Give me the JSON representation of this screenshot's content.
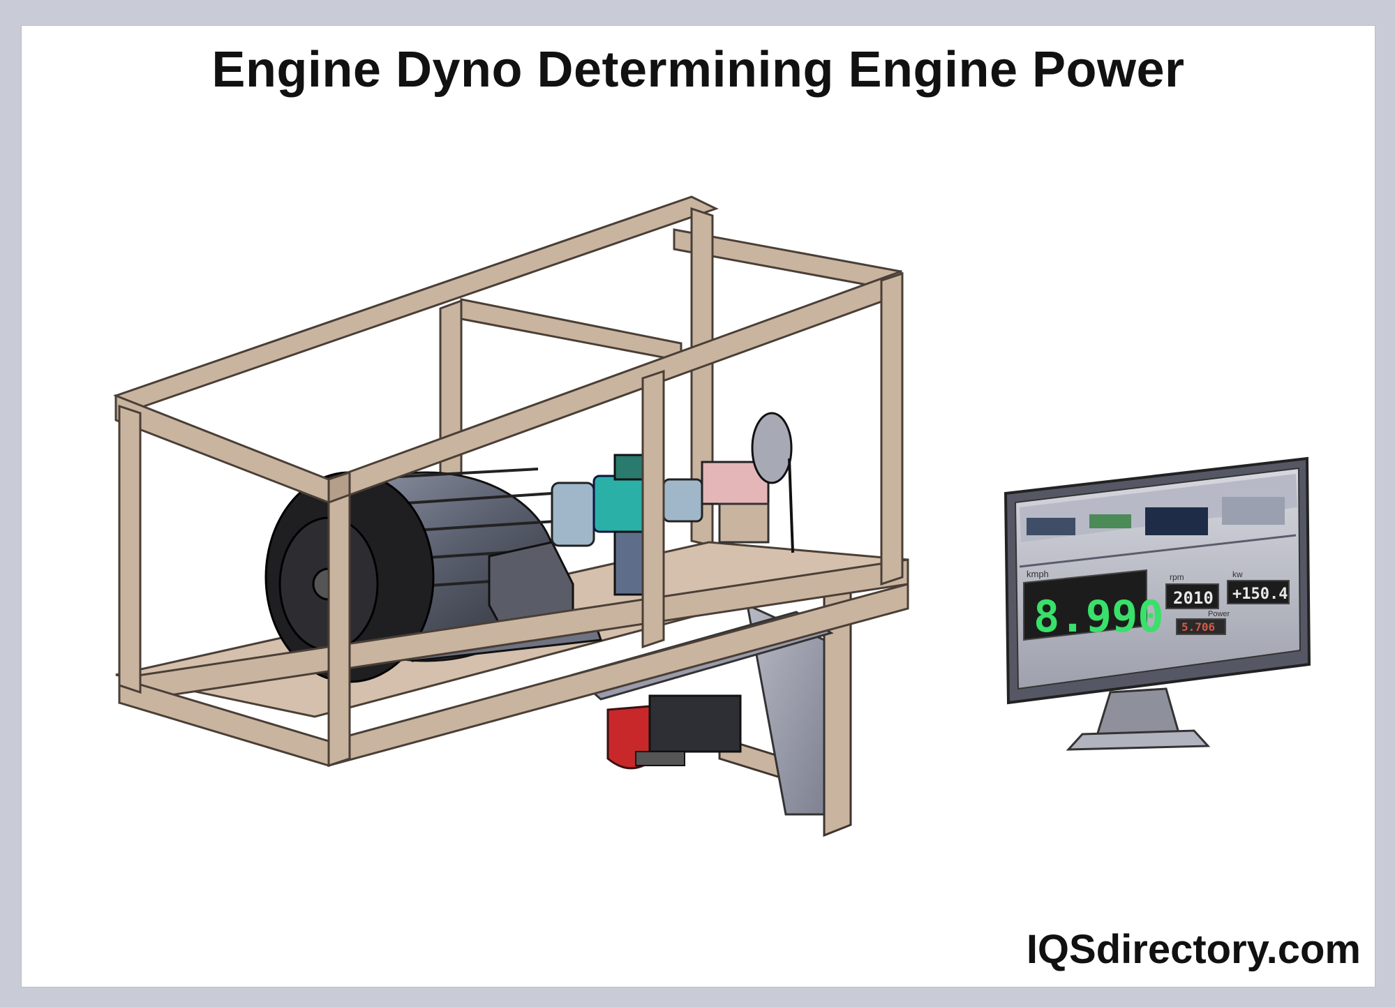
{
  "title": "Engine Dyno Determining Engine Power",
  "brand": "IQSdirectory.com",
  "monitor": {
    "main_readout": "8.990",
    "small_label": "kmph",
    "readout_a": "2010",
    "readout_a_label": "rpm",
    "readout_a_sub": "Power",
    "readout_b": "+150.4",
    "readout_b_label": "kw",
    "readout_c": "5.706"
  },
  "colors": {
    "frame_wood": "#c9b4a0",
    "frame_edge": "#4a3f36",
    "motor_body": "#2b2b2e",
    "coupling_teal": "#2bb0a8",
    "absorber_red": "#c8282a",
    "display_green": "#39e06a"
  }
}
